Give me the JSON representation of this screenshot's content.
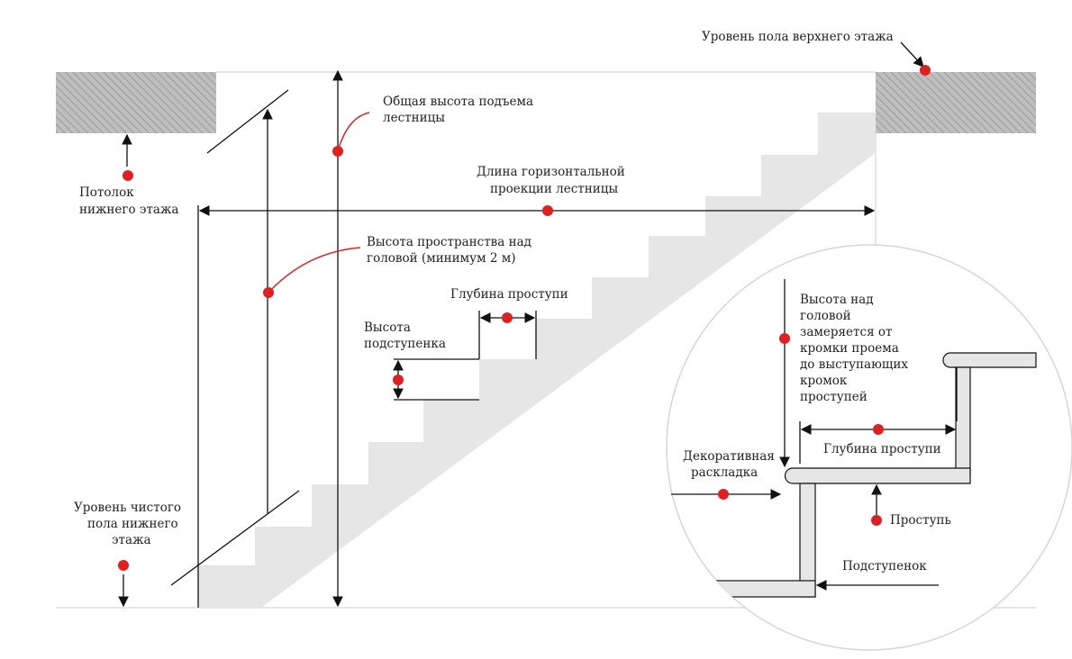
{
  "labels": {
    "upper_floor_level": "Уровень пола верхнего этажа",
    "total_rise_1": "Общая высота подъема",
    "total_rise_2": "лестницы",
    "lower_ceiling_1": "Потолок",
    "lower_ceiling_2": "нижнего этажа",
    "horizontal_length_1": "Длина горизонтальной",
    "horizontal_length_2": "проекции лестницы",
    "headroom_1": "Высота пространства над",
    "headroom_2": "головой (минимум 2 м)",
    "tread_depth": "Глубина проступи",
    "riser_height_1": "Высота",
    "riser_height_2": "подступенка",
    "finished_floor_1": "Уровень чистого",
    "finished_floor_2": "пола нижнего",
    "finished_floor_3": "этажа",
    "detail_headroom_1": "Высота над",
    "detail_headroom_2": "головой",
    "detail_headroom_3": "замеряется от",
    "detail_headroom_4": "кромки проема",
    "detail_headroom_5": "до выступающих",
    "detail_headroom_6": "кромок",
    "detail_headroom_7": "проступей",
    "detail_tread_depth": "Глубина проступи",
    "decorative_trim_1": "Декоративная",
    "decorative_trim_2": "раскладка",
    "tread": "Проступь",
    "riser": "Подступенок"
  },
  "colors": {
    "marker": "#e02020",
    "stair_fill": "#e6e6e6",
    "slab_fill": "#bfbfbf",
    "slab_hatch": "#9a9a9a",
    "line": "#111111",
    "guide": "#dddddd"
  },
  "icons": [
    "arrow-icon",
    "dot-marker-icon",
    "hatch-pattern-icon"
  ]
}
